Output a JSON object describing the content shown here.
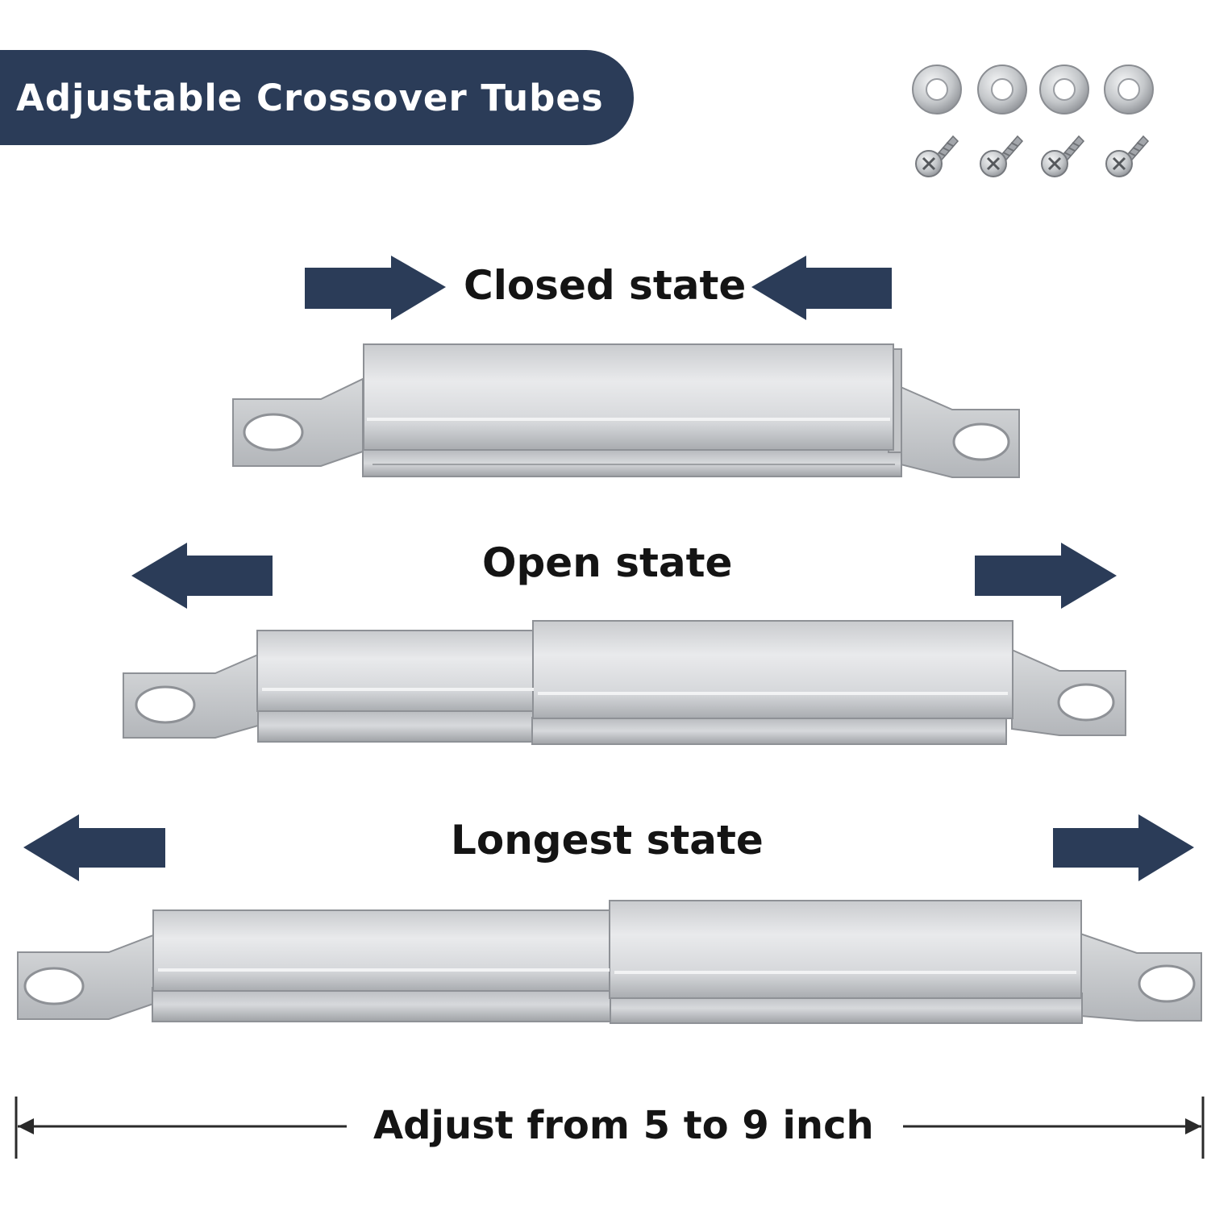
{
  "title": "Adjustable Crossover Tubes",
  "states": [
    {
      "label": "Closed state"
    },
    {
      "label": "Open state"
    },
    {
      "label": "Longest state"
    }
  ],
  "dimension": {
    "label": "Adjust from 5 to 9 inch"
  },
  "hardware": {
    "washers": 4,
    "screws": 4
  },
  "colors": {
    "accent": "#2b3c58",
    "steel_light": "#e4e5e7",
    "steel_mid": "#c6c8cb",
    "steel_dark": "#8e9196",
    "text": "#141414"
  },
  "icons": {
    "arrow": "arrow-icon",
    "washer": "washer-icon",
    "screw": "screw-icon"
  }
}
